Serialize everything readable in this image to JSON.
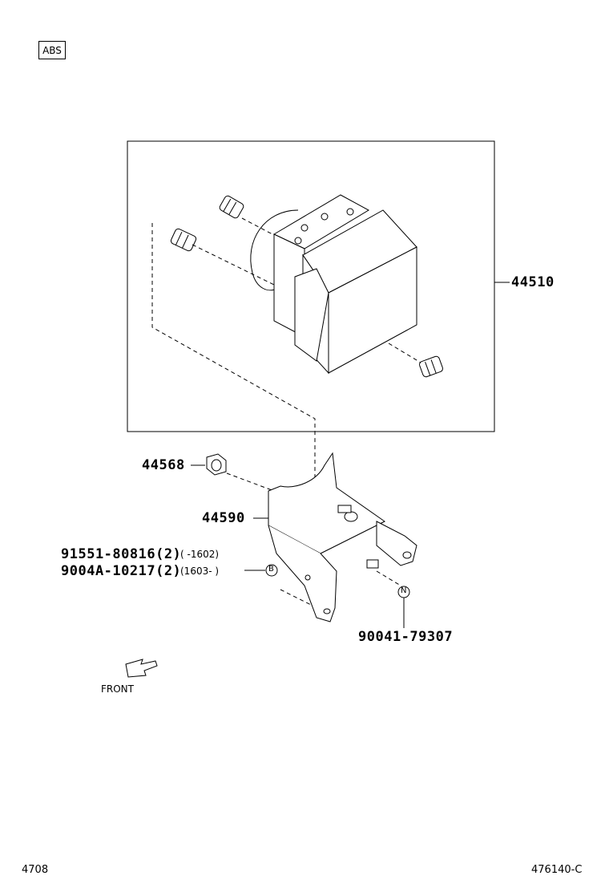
{
  "badge": "ABS",
  "parts": {
    "p44510": "44510",
    "p44568": "44568",
    "p44590": "44590",
    "bolt_a": "91551-80816(2)",
    "bolt_a_range": "(    -1602)",
    "bolt_b": "9004A-10217(2)",
    "bolt_b_range": "(1603-    )",
    "p90041": "90041-79307"
  },
  "markers": {
    "b": "B",
    "n": "N"
  },
  "direction": "FRONT",
  "footer": {
    "left": "4708",
    "right": "476140-C"
  }
}
